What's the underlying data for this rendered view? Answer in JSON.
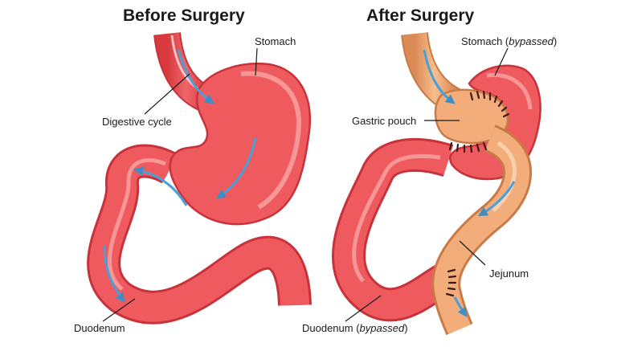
{
  "panels": {
    "before": {
      "title": "Before Surgery",
      "labels": {
        "stomach": "Stomach",
        "digestive_cycle": "Digestive cycle",
        "duodenum": "Duodenum"
      }
    },
    "after": {
      "title": "After Surgery",
      "labels": {
        "stomach_main": "Stomach (",
        "stomach_em": "bypassed",
        "stomach_close": ")",
        "gastric_pouch": "Gastric pouch",
        "jejunum": "Jejunum",
        "duodenum_main": "Duodenum (",
        "duodenum_em": "bypassed",
        "duodenum_close": ")"
      }
    }
  },
  "colors": {
    "organ": "#ee5a5e",
    "organ_dark": "#c8333b",
    "organ_light": "#f79a98",
    "bypass": "#f0a66f",
    "bypass_dark": "#c97a45",
    "arrow": "#4aa0d6",
    "staple": "#3a1a1a",
    "text": "#1a1a1a"
  }
}
